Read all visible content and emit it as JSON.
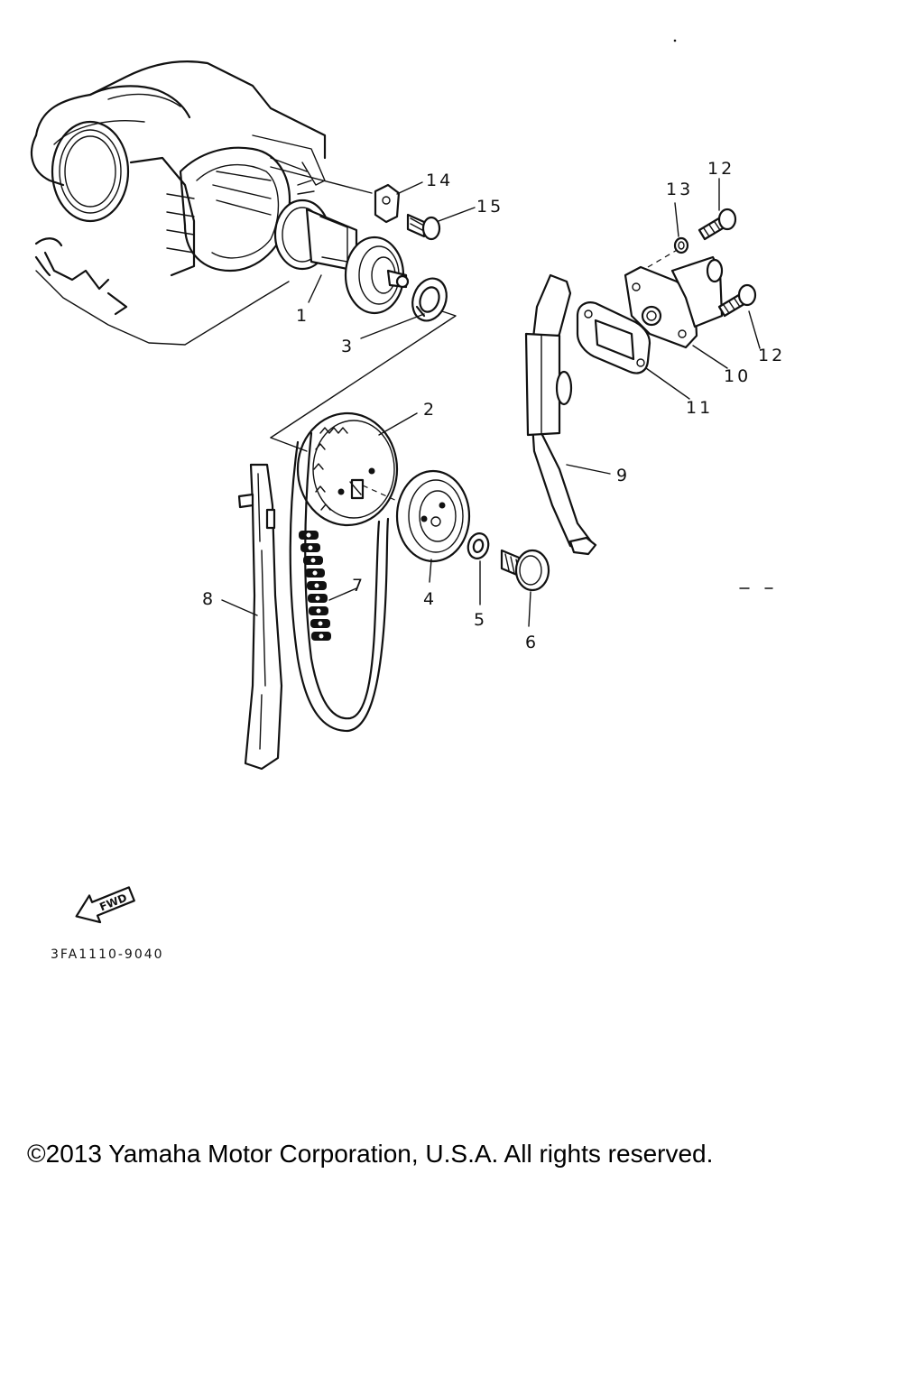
{
  "diagram": {
    "callouts": [
      {
        "id": "1",
        "label": "1"
      },
      {
        "id": "2",
        "label": "2"
      },
      {
        "id": "3",
        "label": "3"
      },
      {
        "id": "4",
        "label": "4"
      },
      {
        "id": "5",
        "label": "5"
      },
      {
        "id": "6",
        "label": "6"
      },
      {
        "id": "7",
        "label": "7"
      },
      {
        "id": "8",
        "label": "8"
      },
      {
        "id": "9",
        "label": "9"
      },
      {
        "id": "10",
        "label": "10"
      },
      {
        "id": "11",
        "label": "11"
      },
      {
        "id": "12a",
        "label": "12"
      },
      {
        "id": "12b",
        "label": "12"
      },
      {
        "id": "13",
        "label": "13"
      },
      {
        "id": "14",
        "label": "14"
      },
      {
        "id": "15",
        "label": "15"
      }
    ],
    "fwd_label": "FWD",
    "diagram_code": "3FA1110-9040"
  },
  "footer": {
    "copyright": "©2013 Yamaha Motor Corporation, U.S.A. All rights reserved."
  }
}
